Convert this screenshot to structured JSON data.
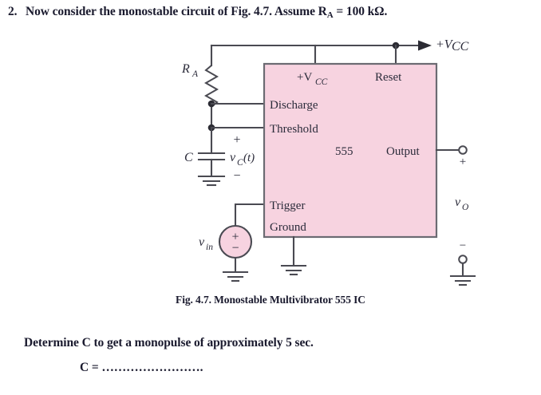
{
  "question": {
    "number": "2.",
    "text_before_sub": "Now consider the monostable circuit of Fig. 4.7. Assume R",
    "subscript": "A",
    "text_after_sub": " = 100 kΩ."
  },
  "circuit": {
    "ic": {
      "label_vcc": "+V",
      "label_vcc_sub": "CC",
      "label_reset": "Reset",
      "label_discharge": "Discharge",
      "label_threshold": "Threshold",
      "label_555": "555",
      "label_output": "Output",
      "label_trigger": "Trigger",
      "label_ground": "Ground",
      "fill_color": "#f7d3e0",
      "border_color": "#6b6b72"
    },
    "supply": {
      "label": "+V",
      "label_sub": "CC"
    },
    "resistor": {
      "label": "R",
      "label_sub": "A"
    },
    "capacitor": {
      "label": "C",
      "voltage_label": "v",
      "voltage_label_sub": "C",
      "voltage_label_arg": "(t)",
      "plus": "+",
      "minus": "−"
    },
    "source": {
      "label": "v",
      "label_sub": "in",
      "plus": "+",
      "minus": "−"
    },
    "output_port": {
      "plus": "+",
      "minus": "−",
      "label": "v",
      "label_sub": "O"
    }
  },
  "caption": "Fig. 4.7. Monostable Multivibrator 555 IC",
  "determine_text": "Determine C to get a monopulse of approximately 5 sec.",
  "answer_line": "C = ……………………."
}
